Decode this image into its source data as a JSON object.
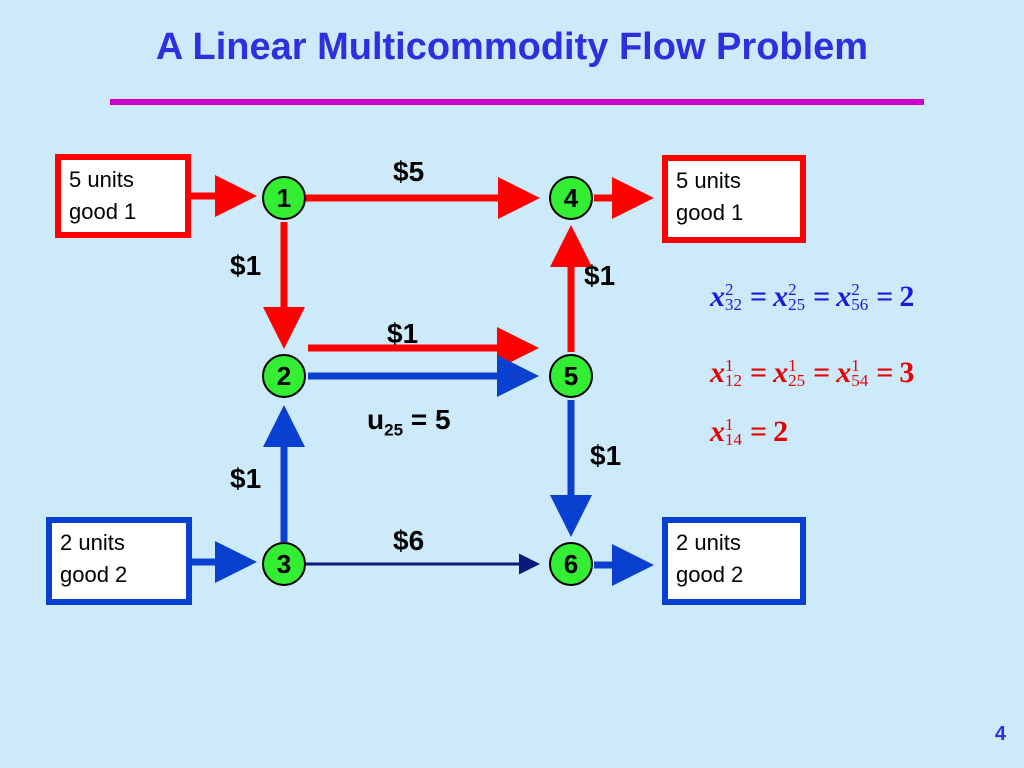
{
  "title": "A Linear Multicommodity Flow Problem",
  "colors": {
    "good1": "#ff0000",
    "good2": "#0a40d0",
    "node_fill": "#33ee33",
    "title": "#2f2fe0",
    "rule": "#cc00cc"
  },
  "supply_boxes": {
    "good1_source": {
      "line1": "5 units",
      "line2": "good 1"
    },
    "good1_sink": {
      "line1": "5 units",
      "line2": "good 1"
    },
    "good2_source": {
      "line1": "2 units",
      "line2": "good 2"
    },
    "good2_sink": {
      "line1": "2 units",
      "line2": "good 2"
    }
  },
  "nodes": {
    "n1": "1",
    "n2": "2",
    "n3": "3",
    "n4": "4",
    "n5": "5",
    "n6": "6"
  },
  "arc_costs": {
    "c14": "$5",
    "c12": "$1",
    "c54": "$1",
    "c25": "$1",
    "c32": "$1",
    "c56": "$1",
    "c36": "$6"
  },
  "capacity": {
    "label": "u",
    "sub": "25",
    "value": "= 5"
  },
  "equations": {
    "eq1": {
      "terms": [
        {
          "var": "x",
          "sup": "2",
          "sub": "32"
        },
        {
          "var": "x",
          "sup": "2",
          "sub": "25"
        },
        {
          "var": "x",
          "sup": "2",
          "sub": "56"
        }
      ],
      "value": "2"
    },
    "eq2": {
      "terms": [
        {
          "var": "x",
          "sup": "1",
          "sub": "12"
        },
        {
          "var": "x",
          "sup": "1",
          "sub": "25"
        },
        {
          "var": "x",
          "sup": "1",
          "sub": "54"
        }
      ],
      "value": "3"
    },
    "eq3": {
      "terms": [
        {
          "var": "x",
          "sup": "1",
          "sub": "14"
        }
      ],
      "value": "2"
    },
    "equals": "="
  },
  "page_number": "4"
}
